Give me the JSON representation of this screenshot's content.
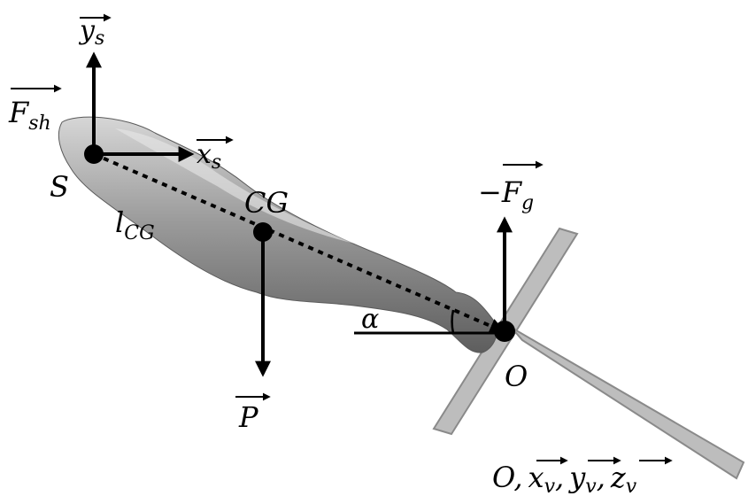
{
  "labels": {
    "y_s": {
      "base": "y",
      "sub": "s"
    },
    "x_s": {
      "base": "x",
      "sub": "s"
    },
    "F_sh": {
      "base": "F",
      "sub": "sh"
    },
    "S": "S",
    "l_CG": {
      "base": "l",
      "sub": "CG"
    },
    "CG": "CG",
    "P": "P",
    "neg_F_g": {
      "sign": "−",
      "base": "F",
      "sub": "g"
    },
    "alpha": "α",
    "O": "O",
    "frame": {
      "origin": "O,",
      "x_v": {
        "base": "x",
        "sub": "v"
      },
      "y_v": {
        "base": "y",
        "sub": "v"
      },
      "z_v": {
        "base": "z",
        "sub": "v"
      },
      "sep1": ",",
      "sep2": ","
    }
  },
  "colors": {
    "ink": "#000000",
    "limb": "#8c8c8c",
    "limb_highlight": "#c8c8c8",
    "axis_bar": "#bdbdbd",
    "axis_bar_edge": "#8a8a8a"
  }
}
